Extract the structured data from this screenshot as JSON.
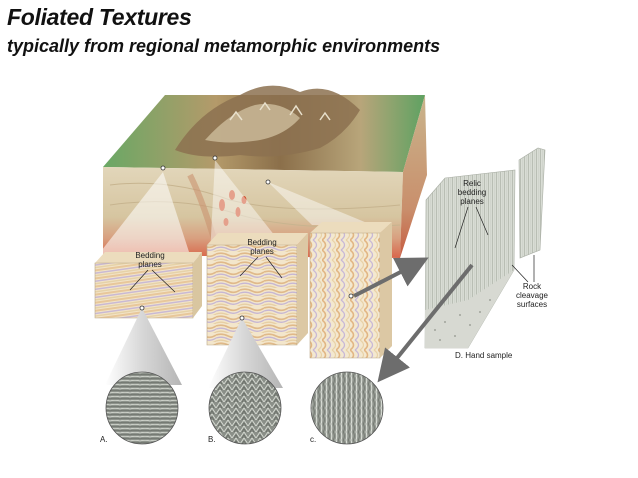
{
  "title": "Foliated Textures",
  "subtitle": "typically from regional metamorphic environments",
  "labels": {
    "bedding_planes_a_line1": "Bedding",
    "bedding_planes_a_line2": "planes",
    "bedding_planes_b_line1": "Bedding",
    "bedding_planes_b_line2": "planes",
    "relic_line1": "Relic",
    "relic_line2": "bedding",
    "relic_line3": "planes",
    "rock_line1": "Rock",
    "rock_line2": "cleavage",
    "rock_line3": "surfaces",
    "hand_sample": "D. Hand sample",
    "cap_a": "A.",
    "cap_b": "B.",
    "cap_c": "c."
  },
  "colors": {
    "terrain_green": "#7fb47a",
    "terrain_brown": "#a88a5c",
    "crust_tan": "#d8c9a8",
    "mantle_red": "#d9664a",
    "arrow_gray": "#6d6d6d"
  }
}
